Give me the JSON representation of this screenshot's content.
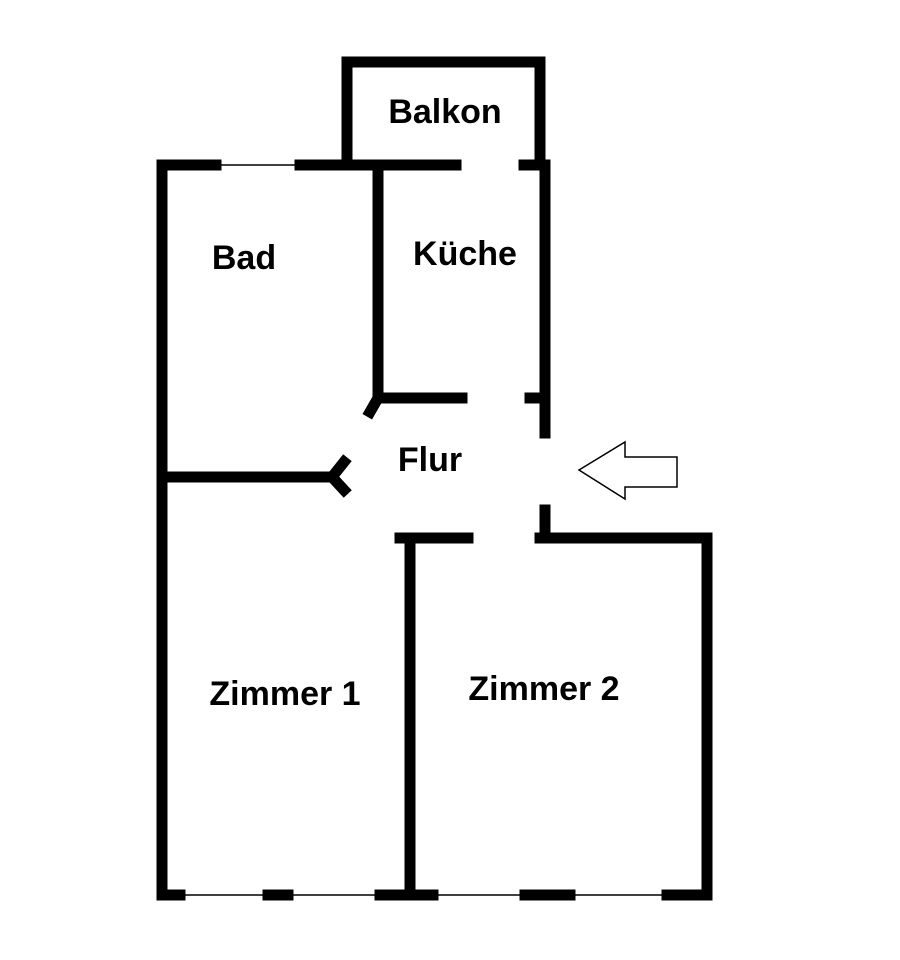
{
  "rooms": {
    "balkon": "Balkon",
    "bad": "Bad",
    "kueche": "Küche",
    "flur": "Flur",
    "zimmer1": "Zimmer 1",
    "zimmer2": "Zimmer 2"
  },
  "icons": {
    "entrance": "arrow-left-icon"
  }
}
